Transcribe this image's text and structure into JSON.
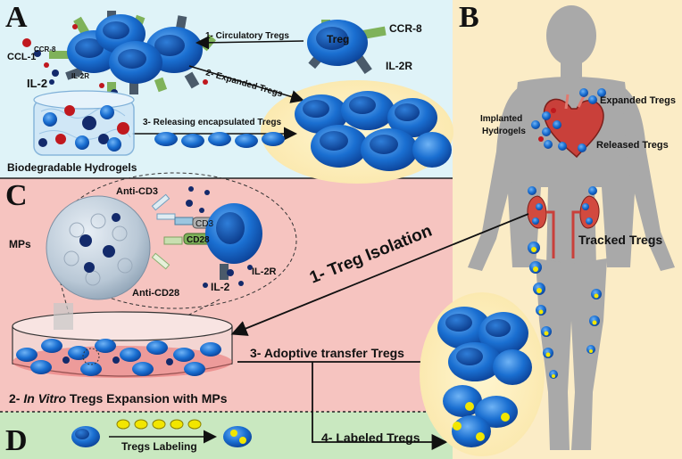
{
  "panels": {
    "a": {
      "letter": "A",
      "ccr8_small": "CCR-8",
      "ccl1": "CCL-1",
      "il2r_small": "IL-2R",
      "il2": "IL-2",
      "treg": "Treg",
      "ccr8": "CCR-8",
      "il2r": "IL-2R",
      "arrow1": "1- Circulatory Tregs",
      "arrow2": "2- Expanded Tregs",
      "arrow3": "3- Releasing encapsulated Tregs",
      "hydrogels": "Biodegradable Hydrogels"
    },
    "b": {
      "letter": "B",
      "expanded": "Expanded Tregs",
      "implanted_1": "Implanted",
      "implanted_2": "Hydrogels",
      "released": "Released Tregs",
      "tracked": "Tracked Tregs"
    },
    "c": {
      "letter": "C",
      "anti_cd3": "Anti-CD3",
      "cd3": "CD3",
      "cd28": "CD28",
      "mps": "MPs",
      "il2": "IL-2",
      "il2r": "IL-2R",
      "anti_cd28": "Anti-CD28",
      "isolation": "1- Treg Isolation",
      "adoptive": "3- Adoptive transfer Tregs",
      "expansion_num": "2- ",
      "expansion_italic": "In Vitro",
      "expansion_rest": " Tregs Expansion with MPs",
      "labeled": "4- Labeled Tregs"
    },
    "d": {
      "letter": "D",
      "labeling": "Tregs Labeling"
    }
  },
  "colors": {
    "panel_a_bg": "#dff3f8",
    "panel_b_bg": "#fbecc6",
    "panel_c_bg": "#f6c4c0",
    "panel_d_bg": "#c9e8c0",
    "cell_blue": "#1a6fd1",
    "cell_nucleus": "#0d4fa8",
    "receptor_green": "#7fb25a",
    "receptor_gray": "#4a5a6a",
    "red_dot": "#c0181e",
    "navy_dot": "#132a6b",
    "label_yellow": "#f2e600",
    "body_gray": "#a9a9a9"
  }
}
